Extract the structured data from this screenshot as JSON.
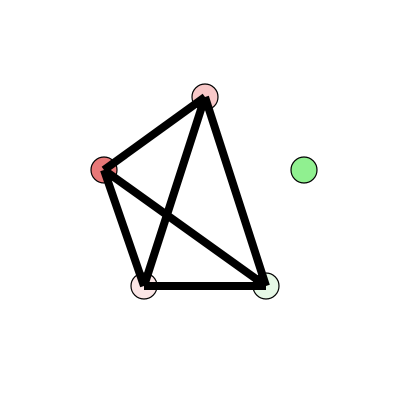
{
  "puzzle": {
    "nodes": [
      {
        "id": "top",
        "color": "#f8c8c8"
      },
      {
        "id": "left",
        "color": "#e87878"
      },
      {
        "id": "right",
        "color": "#90f090"
      },
      {
        "id": "bottom-left",
        "color": "#fbe6e6"
      },
      {
        "id": "bottom-right",
        "color": "#e6f8e6"
      }
    ],
    "edges": [
      {
        "from": "top",
        "to": "left"
      },
      {
        "from": "top",
        "to": "bottom-left"
      },
      {
        "from": "top",
        "to": "bottom-right"
      },
      {
        "from": "left",
        "to": "bottom-left"
      },
      {
        "from": "left",
        "to": "bottom-right"
      },
      {
        "from": "bottom-left",
        "to": "bottom-right"
      }
    ]
  }
}
